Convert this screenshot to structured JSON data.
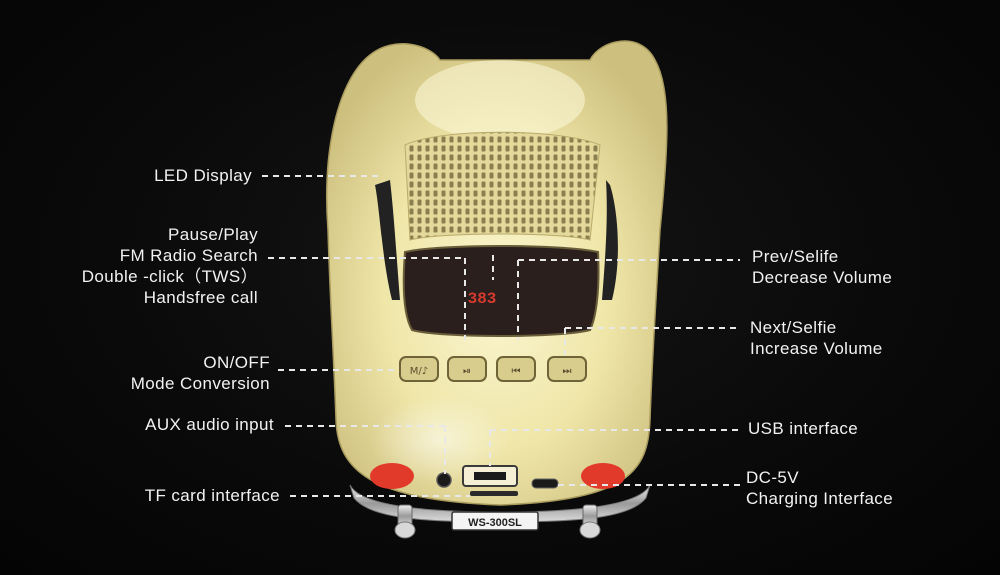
{
  "labels_left": [
    {
      "id": "led-display",
      "lines": [
        "LED Display"
      ]
    },
    {
      "id": "pause-play",
      "lines": [
        "Pause/Play",
        "FM Radio Search",
        "Double -click（TWS）",
        "Handsfree call"
      ]
    },
    {
      "id": "on-off",
      "lines": [
        "ON/OFF",
        "Mode Conversion"
      ]
    },
    {
      "id": "aux-input",
      "lines": [
        "AUX  audio  input"
      ]
    },
    {
      "id": "tf-card",
      "lines": [
        "TF card interface"
      ]
    }
  ],
  "labels_right": [
    {
      "id": "prev-selife",
      "lines": [
        "Prev/Selife",
        "Decrease Volume"
      ]
    },
    {
      "id": "next-selfie",
      "lines": [
        "Next/Selfie",
        "Increase Volume"
      ]
    },
    {
      "id": "usb-interface",
      "lines": [
        "USB interface"
      ]
    },
    {
      "id": "dc-5v",
      "lines": [
        "DC-5V",
        "Charging Interface"
      ]
    }
  ],
  "product": {
    "license_plate": "WS-300SL",
    "display_readout": "383",
    "button_icons": [
      "M/♪",
      "⏯",
      "⏮",
      "⏭"
    ]
  },
  "colors": {
    "car_body": "#efe6a8",
    "background": "#080808",
    "label_text": "#f2f2f2",
    "tail_light": "#e23a2a"
  }
}
